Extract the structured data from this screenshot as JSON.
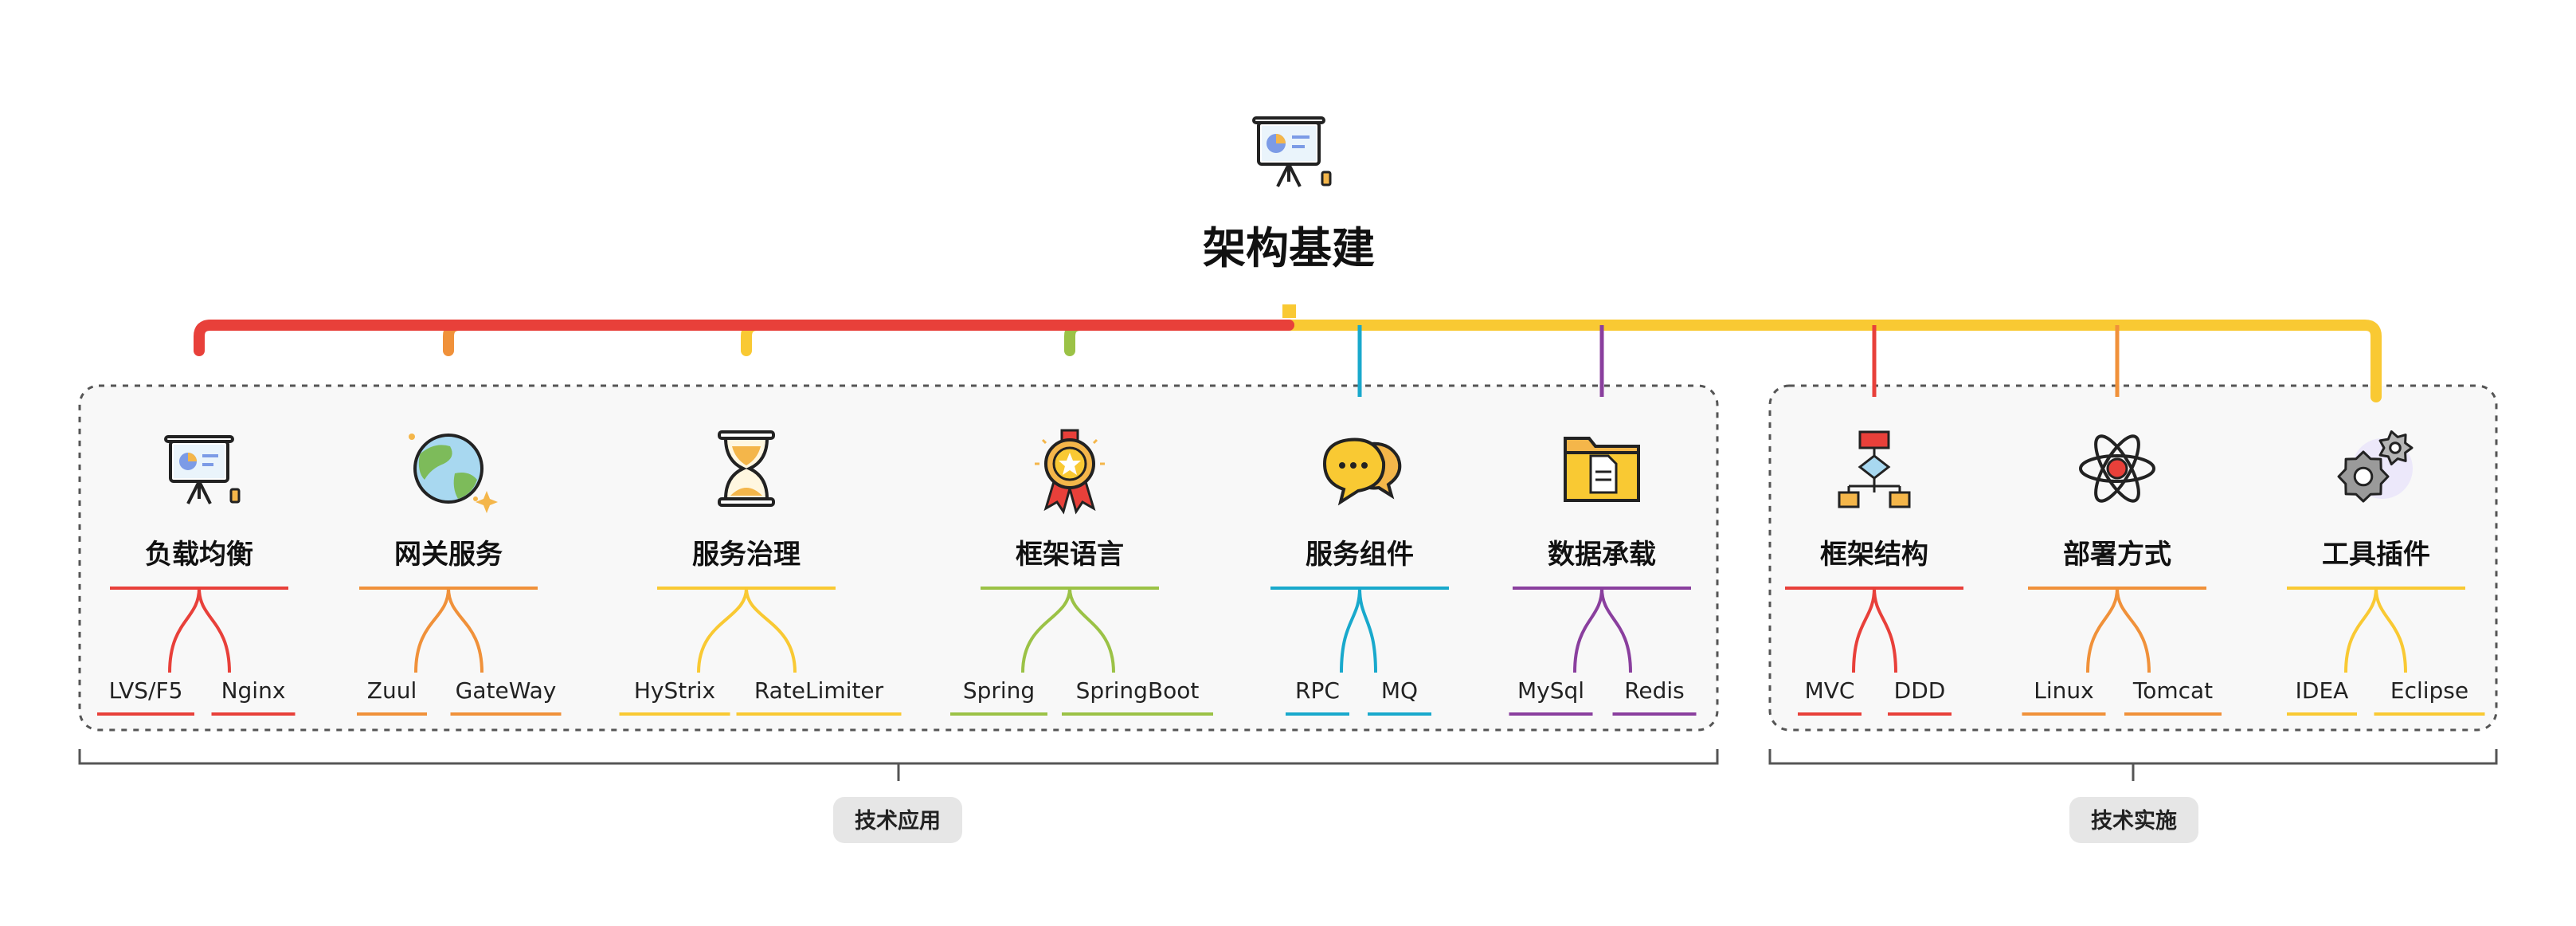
{
  "root": {
    "title": "架构基建",
    "icon": "presentation-board-icon"
  },
  "groups": [
    {
      "label": "技术应用"
    },
    {
      "label": "技术实施"
    }
  ],
  "branches": [
    {
      "label": "负载均衡",
      "icon": "presentation-board-icon",
      "color": "#E8403A",
      "leaves": [
        "LVS/F5",
        "Nginx"
      ]
    },
    {
      "label": "网关服务",
      "icon": "globe-icon",
      "color": "#F0913A",
      "leaves": [
        "Zuul",
        "GateWay"
      ]
    },
    {
      "label": "服务治理",
      "icon": "hourglass-icon",
      "color": "#F9C933",
      "leaves": [
        "HyStrix",
        "RateLimiter"
      ]
    },
    {
      "label": "框架语言",
      "icon": "award-medal-icon",
      "color": "#9BC246",
      "leaves": [
        "Spring",
        "SpringBoot"
      ]
    },
    {
      "label": "服务组件",
      "icon": "chat-bubbles-icon",
      "color": "#19A9CC",
      "leaves": [
        "RPC",
        "MQ"
      ]
    },
    {
      "label": "数据承载",
      "icon": "folder-document-icon",
      "color": "#8A3F9E",
      "leaves": [
        "MySql",
        "Redis"
      ]
    },
    {
      "label": "框架结构",
      "icon": "flowchart-icon",
      "color": "#E8403A",
      "leaves": [
        "MVC",
        "DDD"
      ]
    },
    {
      "label": "部署方式",
      "icon": "atom-icon",
      "color": "#F0913A",
      "leaves": [
        "Linux",
        "Tomcat"
      ]
    },
    {
      "label": "工具插件",
      "icon": "gears-icon",
      "color": "#F9C933",
      "leaves": [
        "IDEA",
        "Eclipse"
      ]
    }
  ],
  "colors": {
    "text": "#111111",
    "group_border": "#555555",
    "group_fill": "#f8f8f8",
    "label_pill": "#e6e6e6"
  }
}
